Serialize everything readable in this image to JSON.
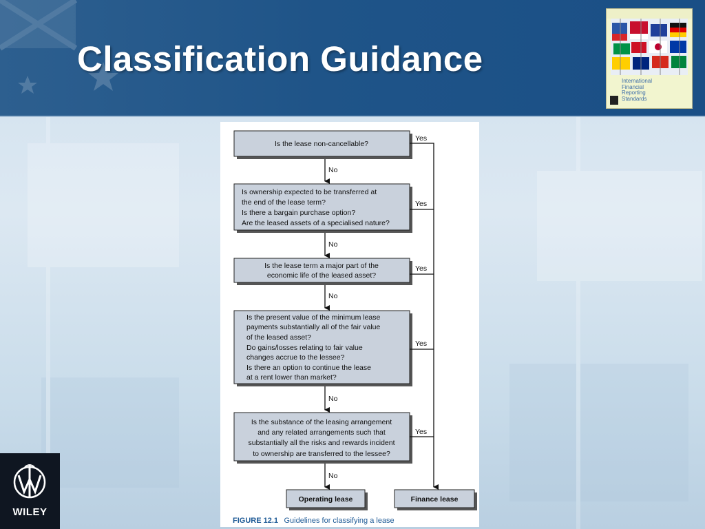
{
  "slide": {
    "title": "Classification Guidance",
    "publisher": "WILEY"
  },
  "book_cover": {
    "title_lines": [
      "International",
      "Financial",
      "Reporting",
      "Standards"
    ]
  },
  "figure": {
    "caption_label": "FIGURE 12.1",
    "caption_text": "Guidelines for classifying a lease",
    "nodes": [
      {
        "id": "q1",
        "lines": [
          "Is the lease non-cancellable?"
        ]
      },
      {
        "id": "q2",
        "lines": [
          "Is ownership expected to be transferred at",
          "the end of the lease term?",
          "Is there a bargain purchase option?",
          "Are the leased assets of a specialised nature?"
        ]
      },
      {
        "id": "q3",
        "lines": [
          "Is the lease term a major part of the",
          "economic life of the leased asset?"
        ]
      },
      {
        "id": "q4",
        "lines": [
          "Is the present value of the minimum lease",
          "payments substantially all of the fair value",
          "of the leased asset?",
          "Do gains/losses relating to fair value",
          "changes accrue to the lessee?",
          "Is there an option to continue the lease",
          "at a rent lower than market?"
        ]
      },
      {
        "id": "q5",
        "lines": [
          "Is the substance of the leasing arrangement",
          "and any related arrangements such that",
          "substantially all the risks and rewards incident",
          "to ownership are transferred to the lessee?"
        ]
      },
      {
        "id": "op",
        "lines": [
          "Operating lease"
        ]
      },
      {
        "id": "fin",
        "lines": [
          "Finance lease"
        ]
      }
    ],
    "edge_labels": {
      "yes": "Yes",
      "no": "No"
    }
  }
}
